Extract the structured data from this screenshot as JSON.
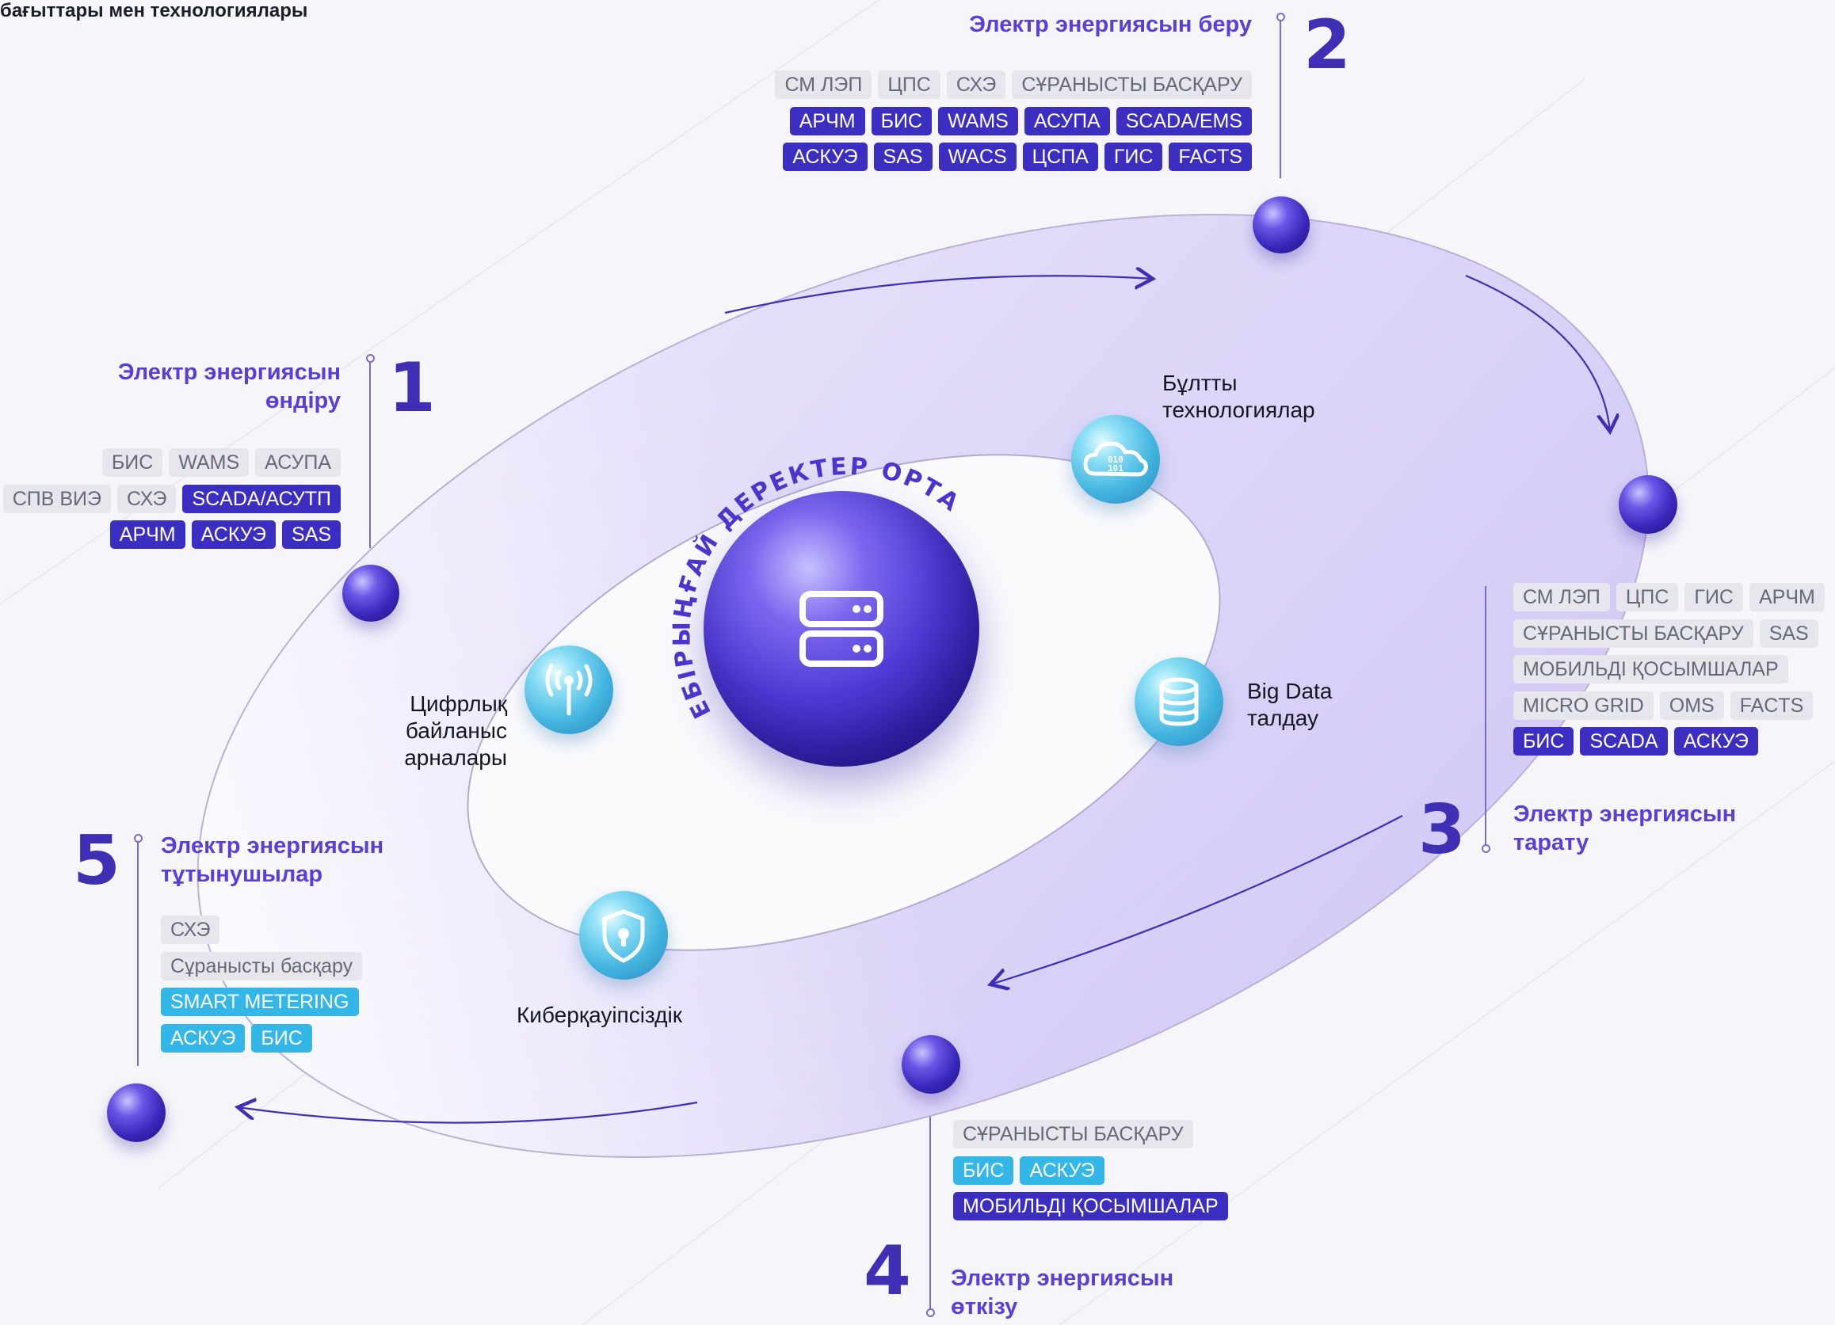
{
  "page_title": "бағыттары мен технологиялары",
  "colors": {
    "accent": "#5a3fd6",
    "number": "#3e2fb5",
    "tag_grey_bg": "#e6e6ec",
    "tag_indigo_bg": "#3c2ec0",
    "tag_cyan_bg": "#33b6e8"
  },
  "center": {
    "title": "ЕБІРЫҢҒАЙ ДЕРЕКТЕР ОРТАЛЫҒЫ",
    "icon": "server-icon"
  },
  "stages": [
    {
      "number": "1",
      "title_lines": [
        "Электр энергиясын",
        "өндіру"
      ],
      "tag_rows": [
        [
          {
            "text": "БИС",
            "style": "grey"
          },
          {
            "text": "WAMS",
            "style": "grey"
          },
          {
            "text": "АСУПА",
            "style": "grey"
          }
        ],
        [
          {
            "text": "СПВ ВИЭ",
            "style": "grey"
          },
          {
            "text": "СХЭ",
            "style": "grey"
          },
          {
            "text": "SCADA/АСУТП",
            "style": "indigo"
          }
        ],
        [
          {
            "text": "АРЧМ",
            "style": "indigo"
          },
          {
            "text": "АСКУЭ",
            "style": "indigo"
          },
          {
            "text": "SAS",
            "style": "indigo"
          }
        ]
      ]
    },
    {
      "number": "2",
      "title_lines": [
        "Электр энергиясын беру"
      ],
      "tag_rows": [
        [
          {
            "text": "СМ ЛЭП",
            "style": "grey"
          },
          {
            "text": "ЦПС",
            "style": "grey"
          },
          {
            "text": "СХЭ",
            "style": "grey"
          },
          {
            "text": "СҰРАНЫСТЫ БАСҚАРУ",
            "style": "grey"
          }
        ],
        [
          {
            "text": "АРЧМ",
            "style": "indigo"
          },
          {
            "text": "БИС",
            "style": "indigo"
          },
          {
            "text": "WAMS",
            "style": "indigo"
          },
          {
            "text": "АСУПА",
            "style": "indigo"
          },
          {
            "text": "SCADA/EMS",
            "style": "indigo"
          }
        ],
        [
          {
            "text": "АСКУЭ",
            "style": "indigo"
          },
          {
            "text": "SAS",
            "style": "indigo"
          },
          {
            "text": "WACS",
            "style": "indigo"
          },
          {
            "text": "ЦСПА",
            "style": "indigo"
          },
          {
            "text": "ГИС",
            "style": "indigo"
          },
          {
            "text": "FACTS",
            "style": "indigo"
          }
        ]
      ]
    },
    {
      "number": "3",
      "title_lines": [
        "Электр энергиясын",
        "тарату"
      ],
      "tag_rows": [
        [
          {
            "text": "СМ ЛЭП",
            "style": "grey"
          },
          {
            "text": "ЦПС",
            "style": "grey"
          },
          {
            "text": "ГИС",
            "style": "grey"
          },
          {
            "text": "АРЧМ",
            "style": "grey"
          }
        ],
        [
          {
            "text": "СҰРАНЫСТЫ БАСҚАРУ",
            "style": "grey"
          },
          {
            "text": "SAS",
            "style": "grey"
          }
        ],
        [
          {
            "text": "МОБИЛЬДІ ҚОСЫМШАЛАР",
            "style": "grey"
          }
        ],
        [
          {
            "text": "MICRO GRID",
            "style": "grey"
          },
          {
            "text": "OMS",
            "style": "grey"
          },
          {
            "text": "FACTS",
            "style": "grey"
          }
        ],
        [
          {
            "text": "БИС",
            "style": "indigo"
          },
          {
            "text": "SCADA",
            "style": "indigo"
          },
          {
            "text": "АСКУЭ",
            "style": "indigo"
          }
        ]
      ]
    },
    {
      "number": "4",
      "title_lines": [
        "Электр энергиясын",
        "өткізу"
      ],
      "tag_rows": [
        [
          {
            "text": "СҰРАНЫСТЫ БАСҚАРУ",
            "style": "grey"
          }
        ],
        [
          {
            "text": "БИС",
            "style": "cyan"
          },
          {
            "text": "АСКУЭ",
            "style": "cyan"
          }
        ],
        [
          {
            "text": "МОБИЛЬДІ ҚОСЫМШАЛАР",
            "style": "indigo"
          }
        ]
      ]
    },
    {
      "number": "5",
      "title_lines": [
        "Электр энергиясын",
        "тұтынушылар"
      ],
      "tag_rows": [
        [
          {
            "text": "СХЭ",
            "style": "grey"
          }
        ],
        [
          {
            "text": "Сұранысты басқару",
            "style": "grey"
          }
        ],
        [
          {
            "text": "SMART METERING",
            "style": "cyan"
          }
        ],
        [
          {
            "text": "АСКУЭ",
            "style": "cyan"
          },
          {
            "text": "БИС",
            "style": "cyan"
          }
        ]
      ]
    }
  ],
  "technologies": [
    {
      "icon": "cloud-data-icon",
      "lines": [
        "Бұлтты",
        "технологиялар"
      ]
    },
    {
      "icon": "database-icon",
      "lines": [
        "Big Data",
        "талдау"
      ]
    },
    {
      "icon": "antenna-icon",
      "lines": [
        "Цифрлық",
        "байланыс",
        "арналары"
      ]
    },
    {
      "icon": "shield-lock-icon",
      "lines": [
        "Киберқауіпсіздік"
      ]
    }
  ]
}
